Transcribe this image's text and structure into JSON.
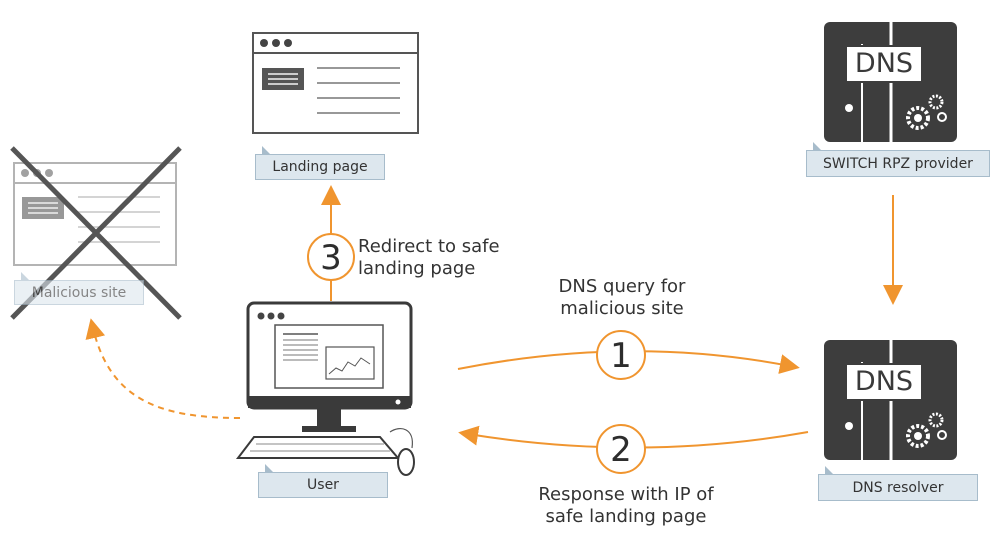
{
  "tags": {
    "landing": "Landing page",
    "malicious": "Malicious site",
    "user": "User",
    "provider": "SWITCH RPZ provider",
    "resolver": "DNS resolver"
  },
  "server_label": "DNS",
  "steps": [
    {
      "num": "3",
      "caption_l1": "Redirect to safe",
      "caption_l2": "landing page"
    },
    {
      "num": "1",
      "caption_l1": "DNS query for",
      "caption_l2": "malicious site"
    },
    {
      "num": "2",
      "caption_l1": "Response with IP of",
      "caption_l2": "safe landing page"
    }
  ],
  "colors": {
    "accent": "#f0952f",
    "dark": "#3a3a3a",
    "gray": "#8a8a8a",
    "tag_bg": "#dde7ee"
  }
}
